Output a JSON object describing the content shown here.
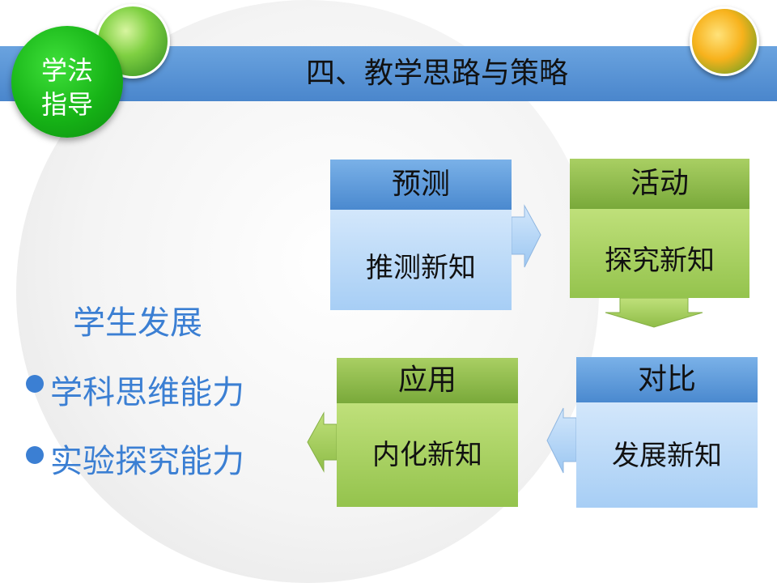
{
  "slide": {
    "title": "四、教学思路与策略",
    "badge_line1": "学法",
    "badge_line2": "指导"
  },
  "process": {
    "step1": {
      "head": "预测",
      "body": "推测新知"
    },
    "step2": {
      "head": "活动",
      "body": "探究新知"
    },
    "step3": {
      "head": "对比",
      "body": "发展新知"
    },
    "step4": {
      "head": "应用",
      "body": "内化新知"
    }
  },
  "student": {
    "heading": "学生发展",
    "items": [
      "学科思维能力",
      "实验探究能力"
    ]
  },
  "colors": {
    "accent_blue": "#3b7fd3",
    "bar_blue": "#4a86cc",
    "badge_green": "#16b316",
    "block_green": "#94c34d",
    "block_blue": "#a7cef5"
  }
}
